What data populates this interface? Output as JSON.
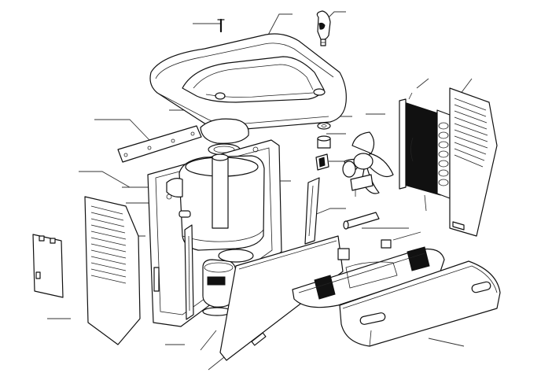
{
  "diagram": {
    "type": "exploded-parts-view",
    "parts": [
      {
        "id": "screw",
        "icon": "screw-icon"
      },
      {
        "id": "faucet-handle",
        "icon": "faucet-icon"
      },
      {
        "id": "top-cover",
        "icon": "cover-icon"
      },
      {
        "id": "rear-bracket",
        "icon": "bracket-icon"
      },
      {
        "id": "left-side-louver-panel",
        "icon": "louver-panel-icon"
      },
      {
        "id": "rear-small-panel",
        "icon": "panel-icon"
      },
      {
        "id": "main-frame",
        "icon": "frame-icon"
      },
      {
        "id": "water-tank",
        "icon": "tank-icon"
      },
      {
        "id": "compressor",
        "icon": "compressor-icon"
      },
      {
        "id": "front-panel",
        "icon": "panel-icon"
      },
      {
        "id": "nut-washer-set",
        "icon": "washer-icon"
      },
      {
        "id": "fan-motor",
        "icon": "fan-icon"
      },
      {
        "id": "condenser",
        "icon": "condenser-icon"
      },
      {
        "id": "right-side-louver-panel",
        "icon": "louver-panel-icon"
      },
      {
        "id": "vertical-support",
        "icon": "support-icon"
      },
      {
        "id": "heater-rod",
        "icon": "rod-icon"
      },
      {
        "id": "drip-tray-assembly",
        "icon": "tray-icon"
      },
      {
        "id": "drip-tray-cover",
        "icon": "tray-cover-icon"
      }
    ]
  }
}
